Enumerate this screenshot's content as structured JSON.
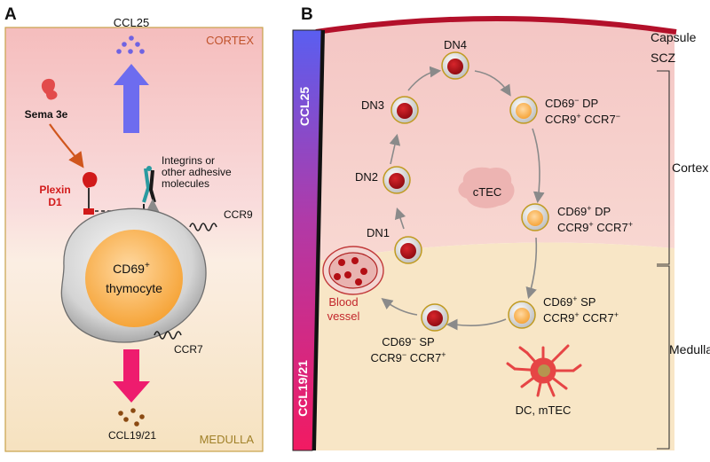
{
  "panel_a": {
    "letter": "A",
    "cortex_label": "CORTEX",
    "medulla_label": "MEDULLA",
    "ccl25_label": "CCL25",
    "ccl1921_label": "CCL19/21",
    "sema_label": "Sema 3e",
    "plexin_label_1": "Plexin",
    "plexin_label_2": "D1",
    "integrins_line1": "Integrins or",
    "integrins_line2": "other adhesive",
    "integrins_line3": "molecules",
    "ccr9_label": "CCR9",
    "ccr7_label": "CCR7",
    "cell_line1": "CD69",
    "cell_sup": "+",
    "cell_line2": "thymocyte"
  },
  "panel_b": {
    "letter": "B",
    "ccl25_bar": "CCL25",
    "ccl1921_bar": "CCL19/21",
    "capsule": "Capsule",
    "scz": "SCZ",
    "cortex": "Cortex",
    "medulla": "Medulla",
    "ctec": "cTEC",
    "blood_vessel_1": "Blood",
    "blood_vessel_2": "vessel",
    "dc_mtec": "DC, mTEC",
    "stages": {
      "dn1": "DN1",
      "dn2": "DN2",
      "dn3": "DN3",
      "dn4": "DN4"
    },
    "dp1": {
      "a": "CD69",
      "a_sup": "−",
      "a_rest": " DP",
      "b": "CCR9",
      "b_sup": "+",
      "c": " CCR7",
      "c_sup": "−"
    },
    "dp2": {
      "a": "CD69",
      "a_sup": "+",
      "a_rest": " DP",
      "b": "CCR9",
      "b_sup": "+",
      "c": " CCR7",
      "c_sup": "+"
    },
    "sp1": {
      "a": "CD69",
      "a_sup": "+",
      "a_rest": " SP",
      "b": "CCR9",
      "b_sup": "+",
      "c": " CCR7",
      "c_sup": "+"
    },
    "sp2": {
      "a": "CD69",
      "a_sup": "−",
      "a_rest": " SP",
      "b": "CCR9",
      "b_sup": "−",
      "c": " CCR7",
      "c_sup": "+"
    }
  },
  "colors": {
    "cortex_pink": "#f6c9c6",
    "medulla_tan": "#f8e6c6",
    "capsule_red": "#b3102a",
    "ccl25_purple": "#6a5de6",
    "ccl1921_pink": "#ef1b6a",
    "nucleus_red": "#b30e14",
    "nucleus_orange": "#f5a030",
    "cortex_text": "#c0522b",
    "medulla_text": "#a08028"
  }
}
